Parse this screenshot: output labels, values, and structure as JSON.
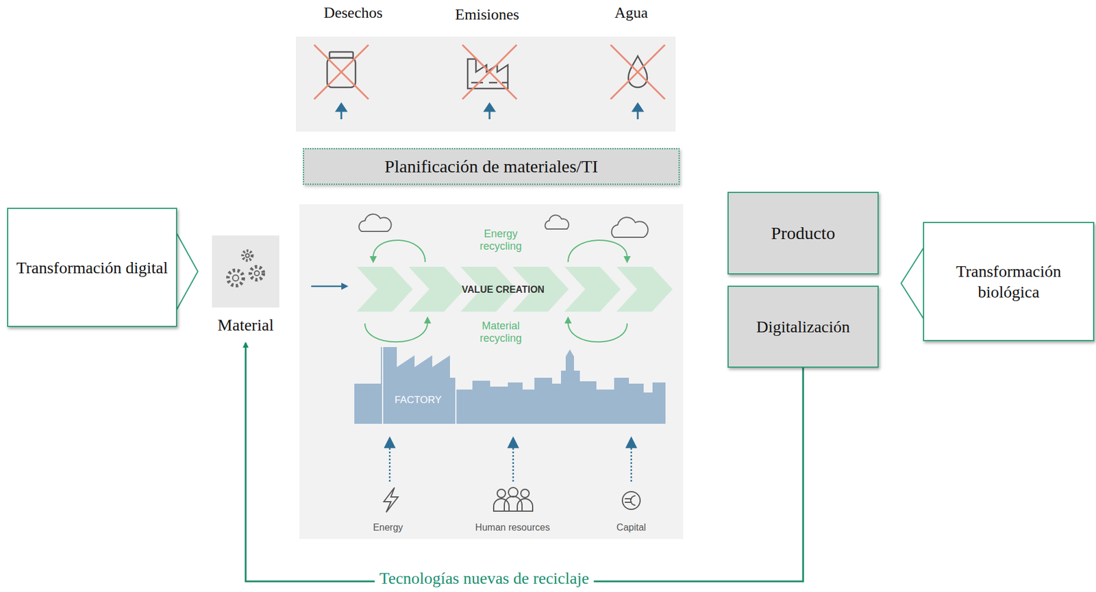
{
  "diagram": {
    "nodes": [
      {
        "text": [
          "Planificación de materiales/TI"
        ]
      },
      {
        "text": [
          "Transformación digital"
        ]
      },
      {
        "text": [
          "Material"
        ]
      },
      {
        "text": [
          "Producto"
        ]
      },
      {
        "text": [
          "Digitalización"
        ]
      },
      {
        "text": [
          "Transformación biológica"
        ]
      }
    ],
    "edges": [
      {
        "from": 4,
        "to": 2,
        "arrow": "to",
        "label": "Tecnologías nuevas de reciclaje"
      }
    ],
    "labels": [
      "Desechos",
      "Emisiones",
      "Agua",
      "Energy recycling",
      "VALUE CREATION",
      "Material recycling",
      "FACTORY",
      "Energy",
      "Human resources",
      "Capital"
    ]
  }
}
